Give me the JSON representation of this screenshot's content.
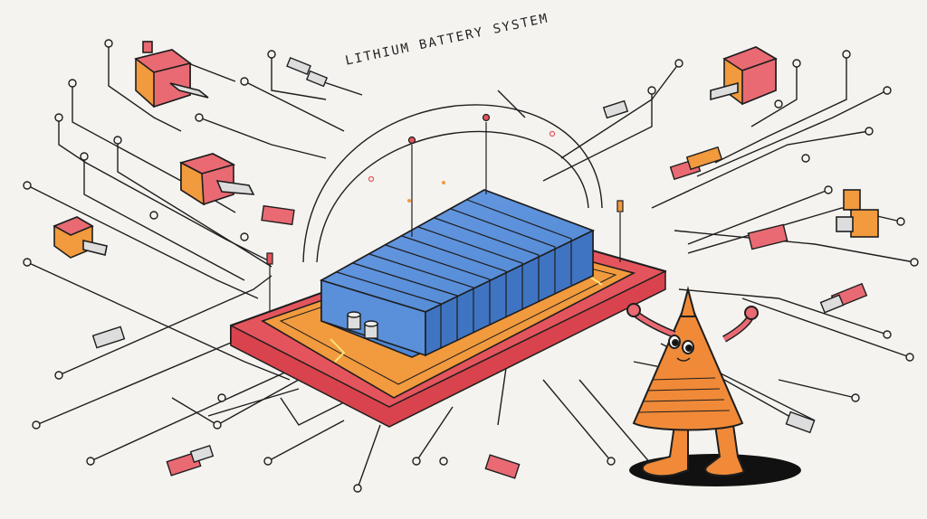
{
  "title": "LITHIUM BATTERY SYSTEM",
  "colors": {
    "background": "#f4f3ef",
    "line": "#1e1e1e",
    "battery_blue": "#5b8fd8",
    "board_red": "#e4545d",
    "board_orange": "#f19a3e",
    "connector_pink": "#e96a73",
    "character_orange": "#f08a38"
  },
  "elements": {
    "battery": "battery-cells",
    "board": "circuit-board",
    "character": "cone-character",
    "connectors": "plug-connectors"
  }
}
